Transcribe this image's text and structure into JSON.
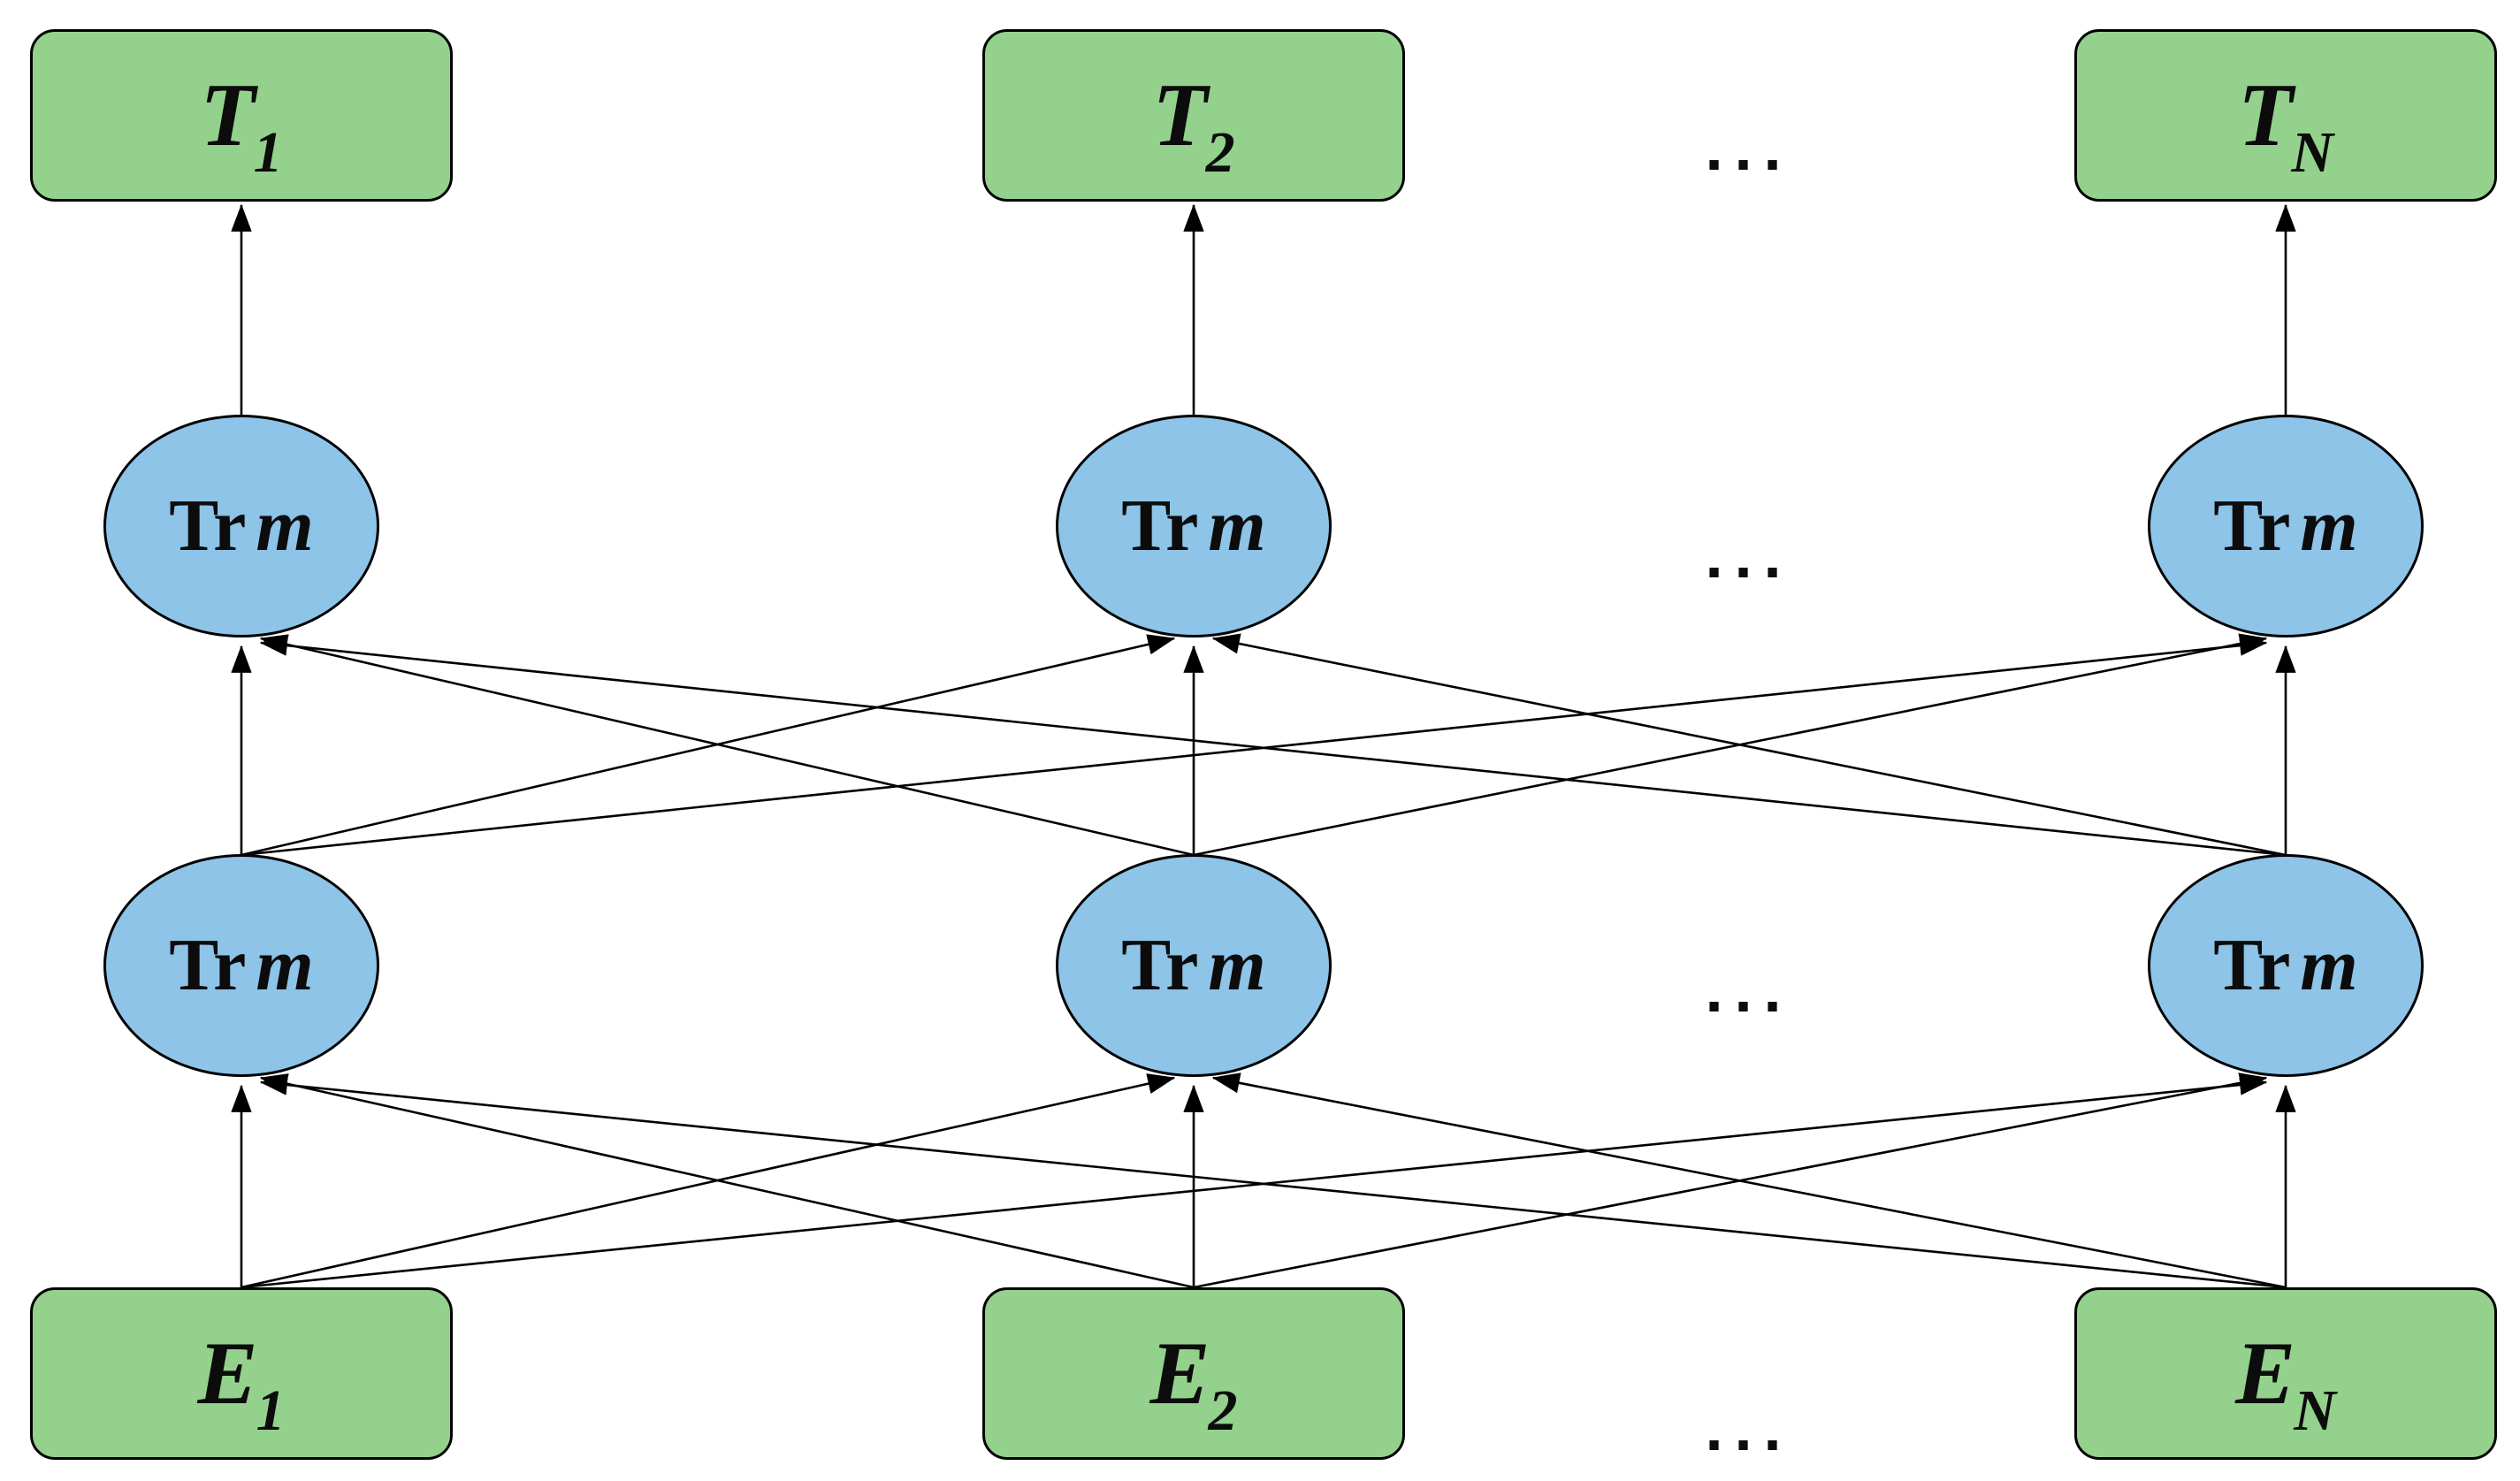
{
  "colors": {
    "background": "#ffffff",
    "box_fill": "#94d18c",
    "node_fill": "#8dc4e8",
    "outline": "#000000",
    "arrow": "#000000"
  },
  "labels": {
    "trm_roman": "Tr",
    "trm_italic": "m",
    "ellipsis": "..."
  },
  "nodes": {
    "outputs": [
      {
        "main": "T",
        "sub": "1"
      },
      {
        "main": "T",
        "sub": "2"
      },
      {
        "main": "T",
        "sub": "N"
      }
    ],
    "inputs": [
      {
        "main": "E",
        "sub": "1"
      },
      {
        "main": "E",
        "sub": "2"
      },
      {
        "main": "E",
        "sub": "N"
      }
    ]
  }
}
